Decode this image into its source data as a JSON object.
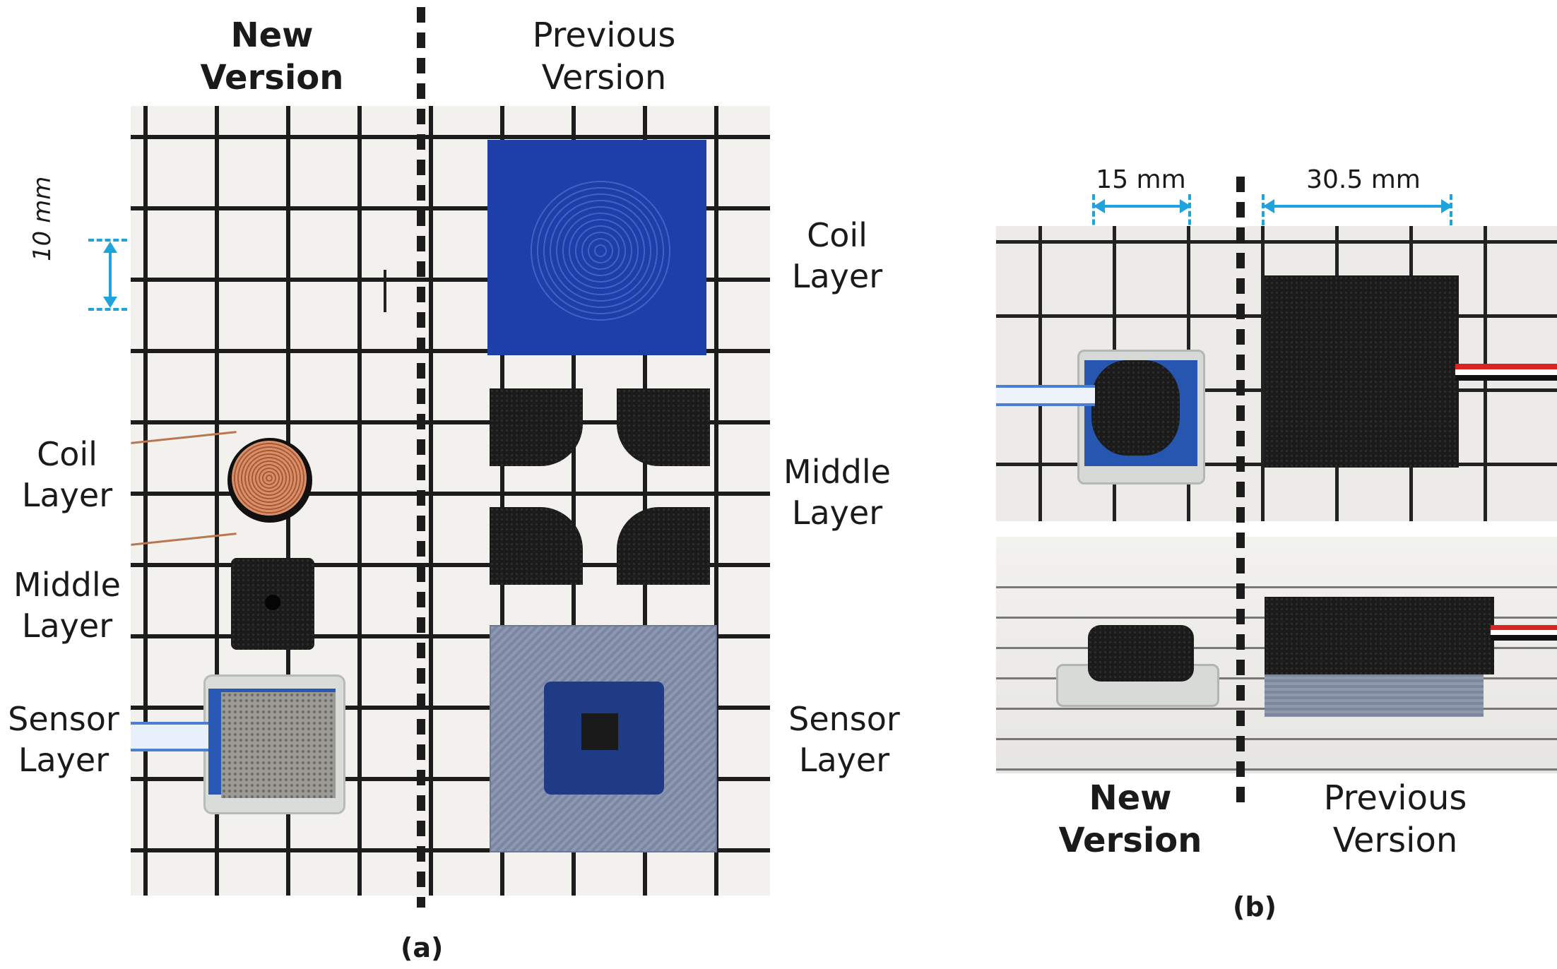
{
  "panel_a": {
    "header_new": "New\nVersion",
    "header_prev": "Previous\nVersion",
    "dimension": "10 mm",
    "new_labels": [
      "Coil\nLayer",
      "Middle\nLayer",
      "Sensor\nLayer"
    ],
    "prev_labels": [
      "Coil\nLayer",
      "Middle\nLayer",
      "Sensor\nLayer"
    ],
    "caption": "(a)"
  },
  "panel_b": {
    "dim_new": "15 mm",
    "dim_prev": "30.5 mm",
    "footer_new": "New\nVersion",
    "footer_prev": "Previous\nVersion",
    "caption": "(b)"
  },
  "colors": {
    "accent": "#1fa3dc",
    "pcb_blue": "#1e3fa8",
    "foam": "#1b1b1b",
    "copper": "#c97a52",
    "case_gray": "#8793ad"
  }
}
